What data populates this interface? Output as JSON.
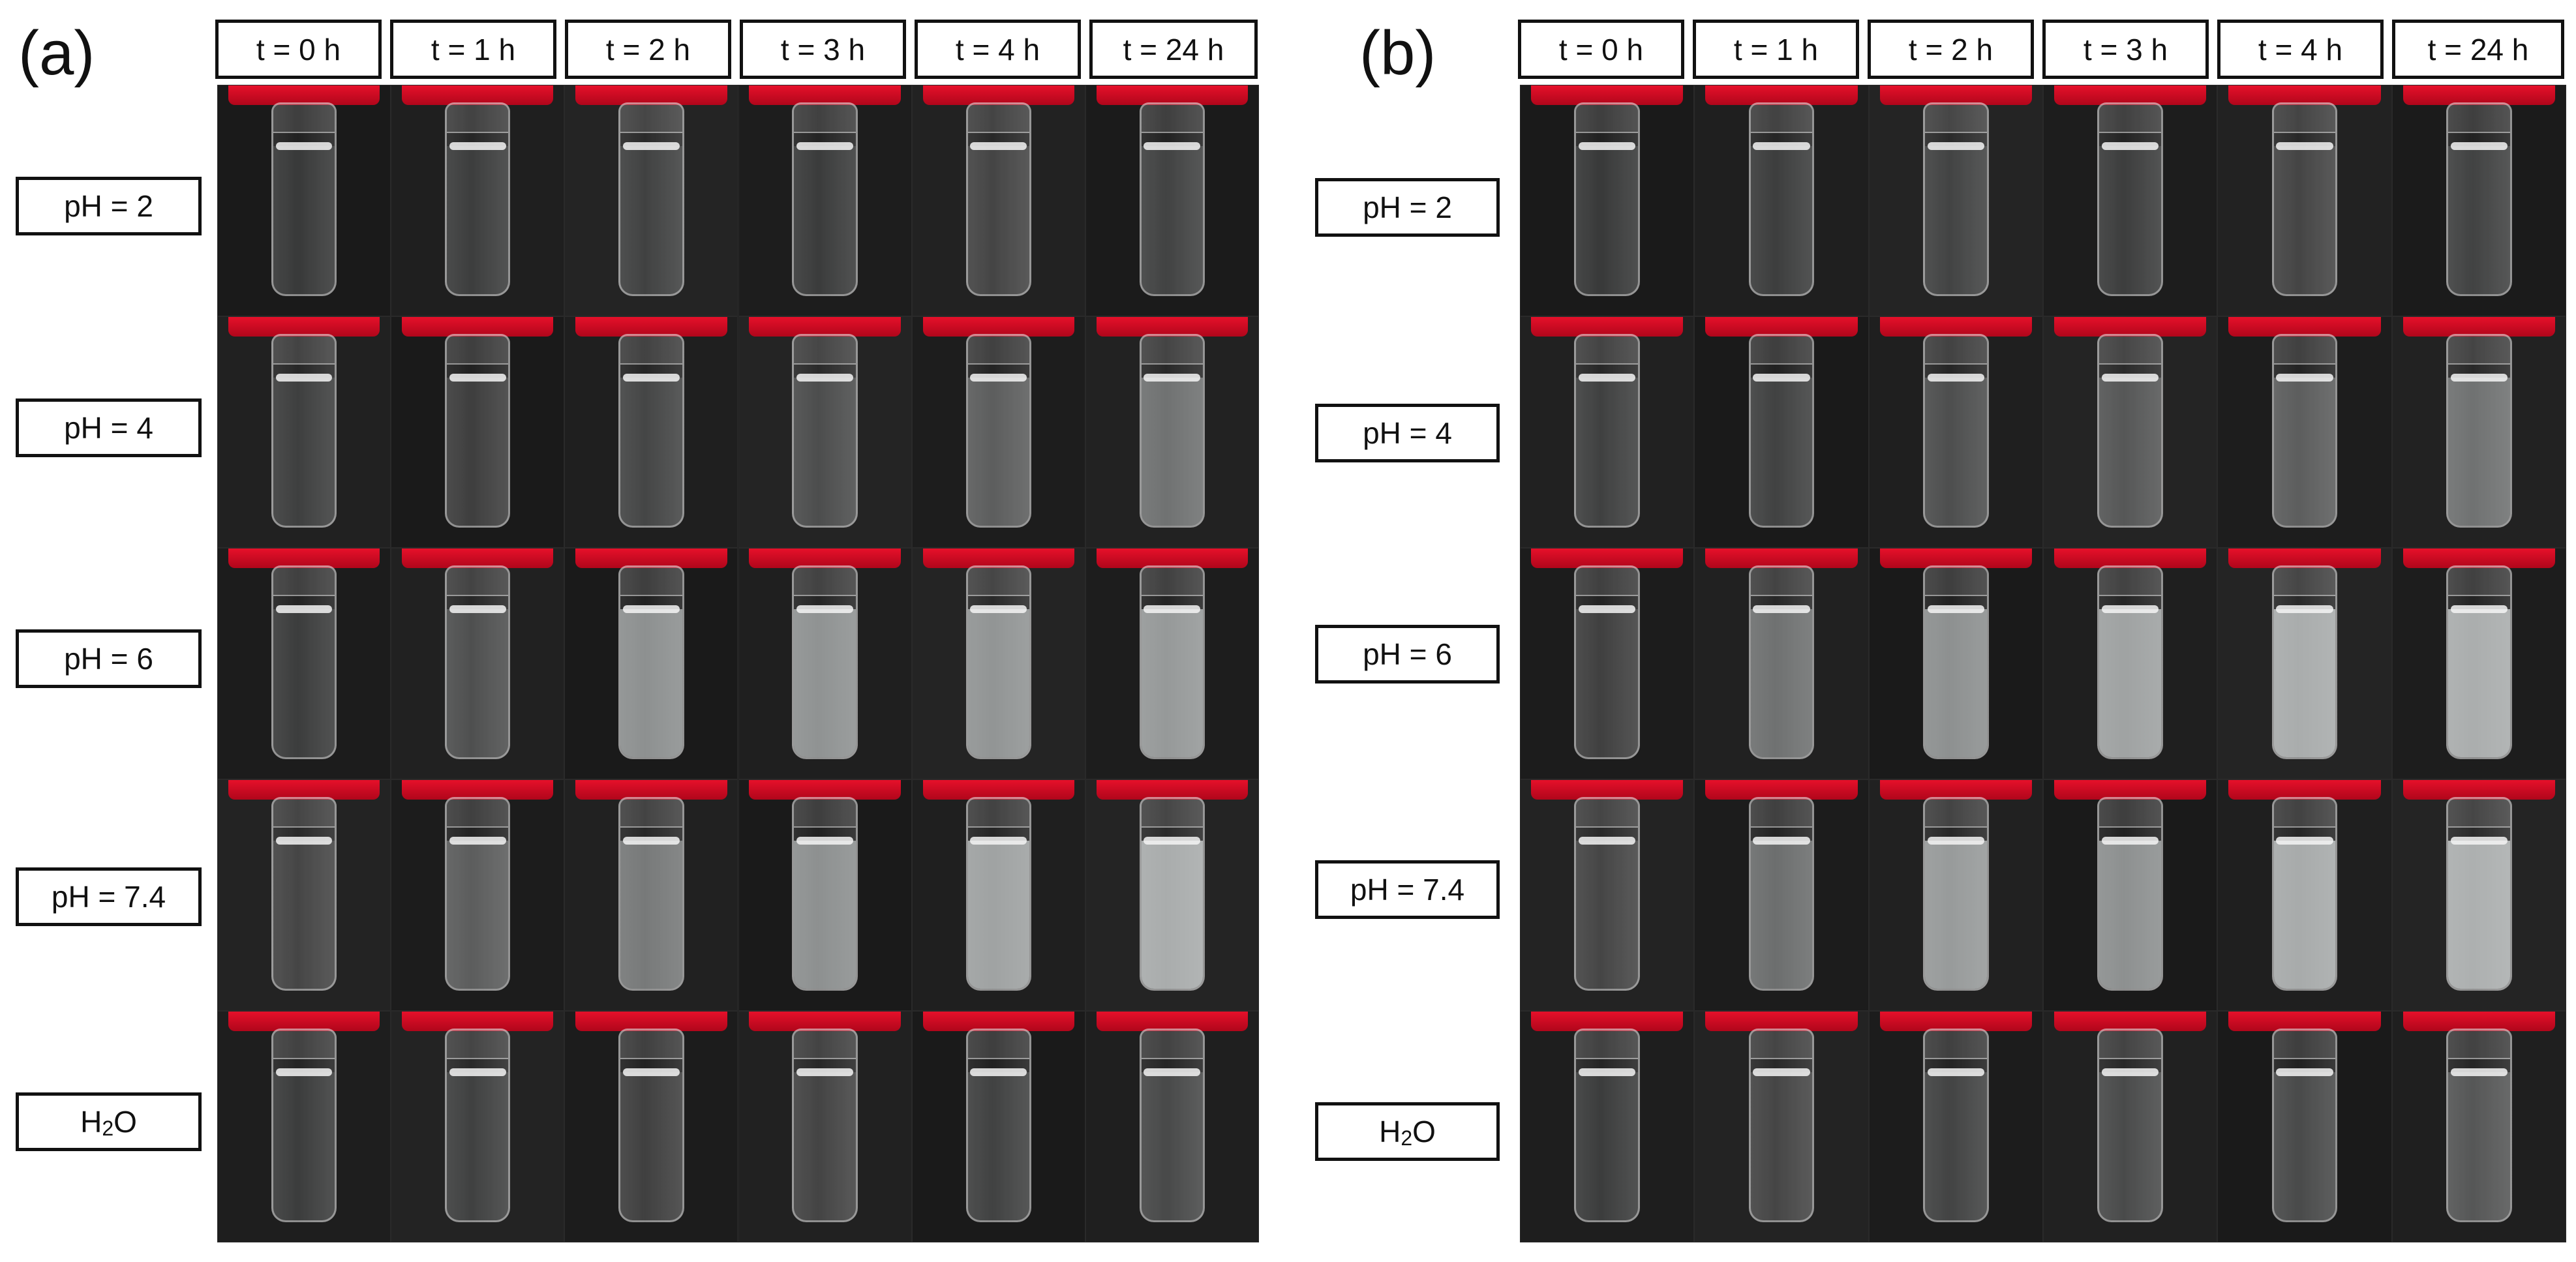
{
  "panels": [
    {
      "letter": "(a)",
      "time_labels": [
        "t = 0 h",
        "t = 1 h",
        "t = 2 h",
        "t = 3 h",
        "t = 4 h",
        "t = 24 h"
      ],
      "row_labels": [
        "pH = 2",
        "pH = 4",
        "pH = 6",
        "pH = 7.4"
      ],
      "water_label": {
        "base": "H",
        "sub": "2",
        "tail": "O"
      },
      "turbidity": [
        [
          0.05,
          0.05,
          0.05,
          0.05,
          0.08,
          0.1
        ],
        [
          0.05,
          0.08,
          0.1,
          0.12,
          0.25,
          0.35
        ],
        [
          0.06,
          0.15,
          0.55,
          0.55,
          0.55,
          0.6
        ],
        [
          0.08,
          0.25,
          0.4,
          0.55,
          0.65,
          0.7
        ],
        [
          0.05,
          0.05,
          0.08,
          0.08,
          0.1,
          0.12
        ]
      ]
    },
    {
      "letter": "(b)",
      "time_labels": [
        "t = 0 h",
        "t = 1 h",
        "t = 2 h",
        "t = 3 h",
        "t = 4 h",
        "t = 24 h"
      ],
      "row_labels": [
        "pH = 2",
        "pH = 4",
        "pH = 6",
        "pH = 7.4"
      ],
      "water_label": {
        "base": "H",
        "sub": "2",
        "tail": "O"
      },
      "turbidity": [
        [
          0.05,
          0.05,
          0.06,
          0.06,
          0.08,
          0.1
        ],
        [
          0.06,
          0.1,
          0.15,
          0.18,
          0.25,
          0.35
        ],
        [
          0.08,
          0.35,
          0.55,
          0.65,
          0.7,
          0.72
        ],
        [
          0.08,
          0.35,
          0.6,
          0.55,
          0.7,
          0.72
        ],
        [
          0.05,
          0.08,
          0.1,
          0.12,
          0.15,
          0.2
        ]
      ]
    }
  ],
  "colors": {
    "background": "#1f1f1f",
    "cap": "#d90c22",
    "liquid": "#e8ecec"
  }
}
